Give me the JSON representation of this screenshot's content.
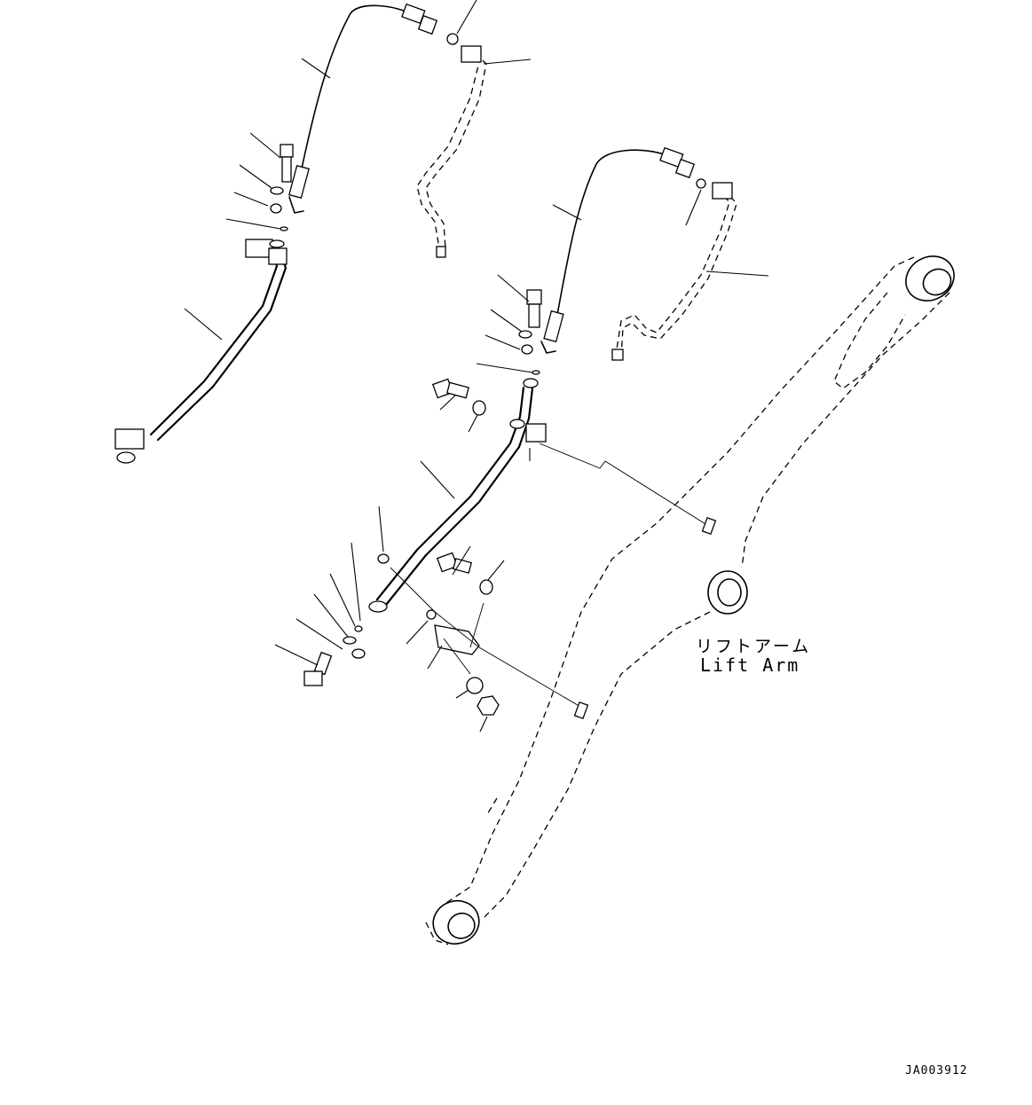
{
  "labels": {
    "part_name_jp": "リフトアーム",
    "part_name_en": "Lift Arm",
    "drawing_code": "JA003912"
  }
}
